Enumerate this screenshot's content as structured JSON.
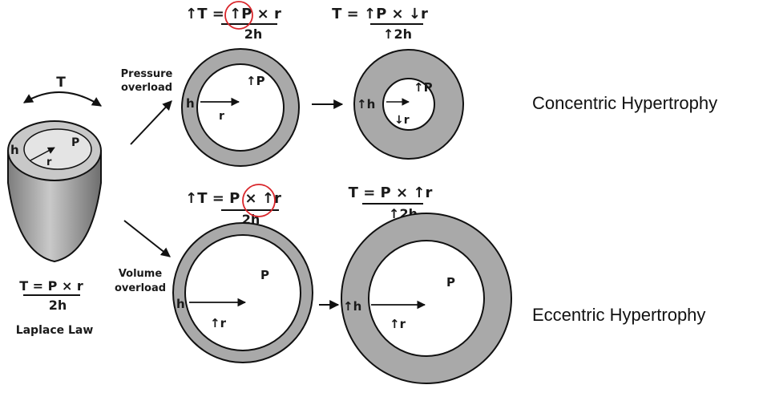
{
  "laplace": {
    "rotation_label": "T",
    "h": "h",
    "r": "r",
    "P": "P",
    "formula_top": "T = P × r",
    "formula_bottom": "2h",
    "caption": "Laplace Law"
  },
  "pressure": {
    "label_line1": "Pressure",
    "label_line2": "overload",
    "formula1_top": "↑T = ↑P × r",
    "formula1_bottom": "2h",
    "formula2_top": "T = ↑P × ↓r",
    "formula2_bottom": "↑2h",
    "ring1": {
      "P": "↑P",
      "h": "h",
      "r": "r"
    },
    "ring2": {
      "P": "↑P",
      "h": "↑h",
      "r": "↓r"
    }
  },
  "volume": {
    "label_line1": "Volume",
    "label_line2": "overload",
    "formula1_top": "↑T = P × ↑r",
    "formula1_bottom": "2h",
    "formula2_top": "T = P × ↑r",
    "formula2_bottom": "↑2h",
    "ring1": {
      "P": "P",
      "h": "h",
      "r": "↑r"
    },
    "ring2": {
      "P": "P",
      "h": "↑h",
      "r": "↑r"
    }
  },
  "labels": {
    "concentric": "Concentric Hypertrophy",
    "eccentric": "Eccentric Hypertrophy"
  },
  "colors": {
    "wall": "#a9a9a9",
    "highlight": "#d9262b",
    "stroke": "#111111"
  }
}
